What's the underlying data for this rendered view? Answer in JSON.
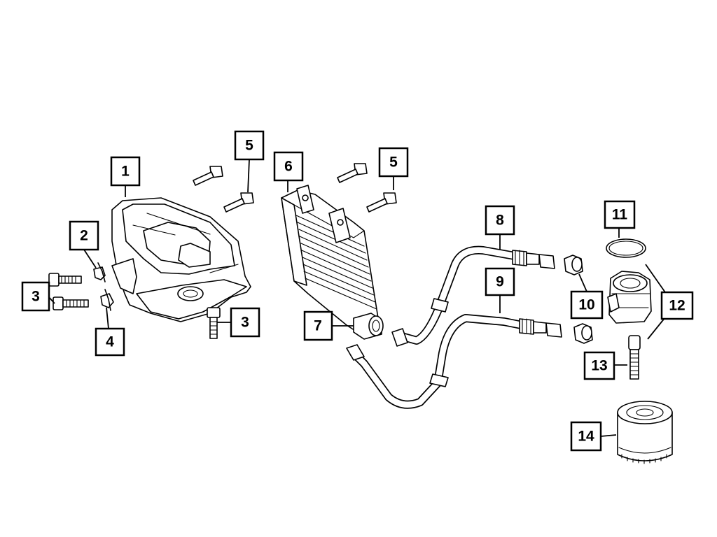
{
  "callouts": [
    {
      "id": "c1",
      "label": "1"
    },
    {
      "id": "c2",
      "label": "2"
    },
    {
      "id": "c3a",
      "label": "3"
    },
    {
      "id": "c3b",
      "label": "3"
    },
    {
      "id": "c4",
      "label": "4"
    },
    {
      "id": "c5a",
      "label": "5"
    },
    {
      "id": "c5b",
      "label": "5"
    },
    {
      "id": "c6",
      "label": "6"
    },
    {
      "id": "c7",
      "label": "7"
    },
    {
      "id": "c8",
      "label": "8"
    },
    {
      "id": "c9",
      "label": "9"
    },
    {
      "id": "c10",
      "label": "10"
    },
    {
      "id": "c11",
      "label": "11"
    },
    {
      "id": "c12",
      "label": "12"
    },
    {
      "id": "c13",
      "label": "13"
    },
    {
      "id": "c14",
      "label": "14"
    }
  ],
  "colors": {
    "line": "#000000",
    "background": "#ffffff"
  }
}
